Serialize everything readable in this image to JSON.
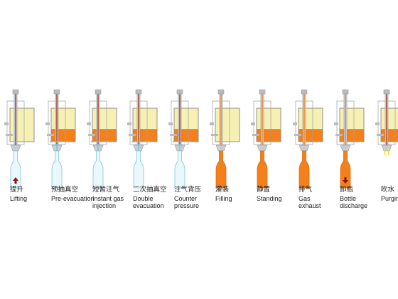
{
  "colors": {
    "tank_fill": "#f6f0b2",
    "product": "#f3801b",
    "gas": "#62c7e3",
    "purge": "#f3e23a",
    "lift_arrow": "#8a1410",
    "valve_steel": "#8a8f96"
  },
  "steps": [
    {
      "zh": "提升",
      "en": "Lifting",
      "level": 0.0,
      "bottle": "empty",
      "arrow": "up",
      "icon": "up-arrow-icon"
    },
    {
      "zh": "预抽真空",
      "en": "Pre-evacuation",
      "level": 0.38,
      "bottle": "empty",
      "arrow": "",
      "icon": ""
    },
    {
      "zh": "短暂注气",
      "en": "Instant gas\ninjection",
      "level": 0.38,
      "bottle": "empty",
      "arrow": "",
      "icon": ""
    },
    {
      "zh": "二次抽真空",
      "en": "Double\nevacuation",
      "level": 0.38,
      "bottle": "empty",
      "arrow": "",
      "icon": ""
    },
    {
      "zh": "注气背压",
      "en": "Counter\npressure",
      "level": 0.38,
      "bottle": "empty",
      "arrow": "",
      "icon": ""
    },
    {
      "zh": "灌装",
      "en": "Filling",
      "level": 0.0,
      "bottle": "full",
      "arrow": "",
      "icon": ""
    },
    {
      "zh": "静置",
      "en": "Standing",
      "level": 0.38,
      "bottle": "full",
      "arrow": "",
      "icon": ""
    },
    {
      "zh": "排气",
      "en": "Gas\nexhaust",
      "level": 0.38,
      "bottle": "full",
      "arrow": "",
      "icon": ""
    },
    {
      "zh": "卸瓶",
      "en": "Bottle\ndischarge",
      "level": 0.38,
      "bottle": "full",
      "arrow": "down",
      "icon": "down-arrow-icon"
    },
    {
      "zh": "吹水",
      "en": "Purging",
      "level": 0.38,
      "bottle": "none",
      "arrow": "",
      "icon": ""
    }
  ]
}
